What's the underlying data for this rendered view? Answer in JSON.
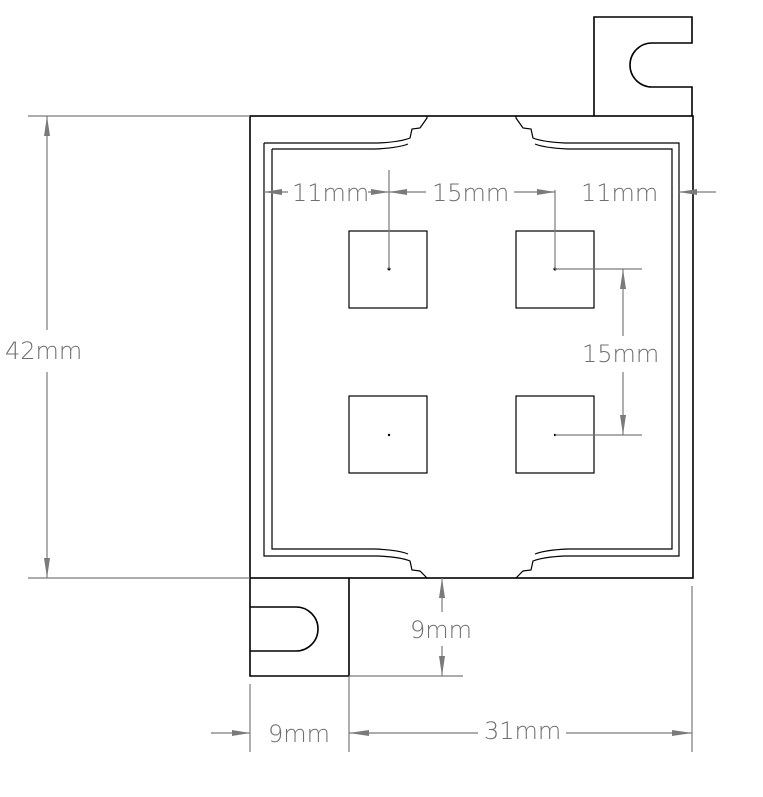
{
  "drawing": {
    "line_color": "#000000",
    "dimension_color": "#7a7a7a",
    "background": "#ffffff"
  },
  "dimensions": {
    "height": "42mm",
    "pitch_h_left": "11mm",
    "pitch_h_mid": "15mm",
    "pitch_h_right": "11mm",
    "pitch_v": "15mm",
    "tab_height": "9mm",
    "tab_width": "9mm",
    "base_width": "31mm"
  }
}
